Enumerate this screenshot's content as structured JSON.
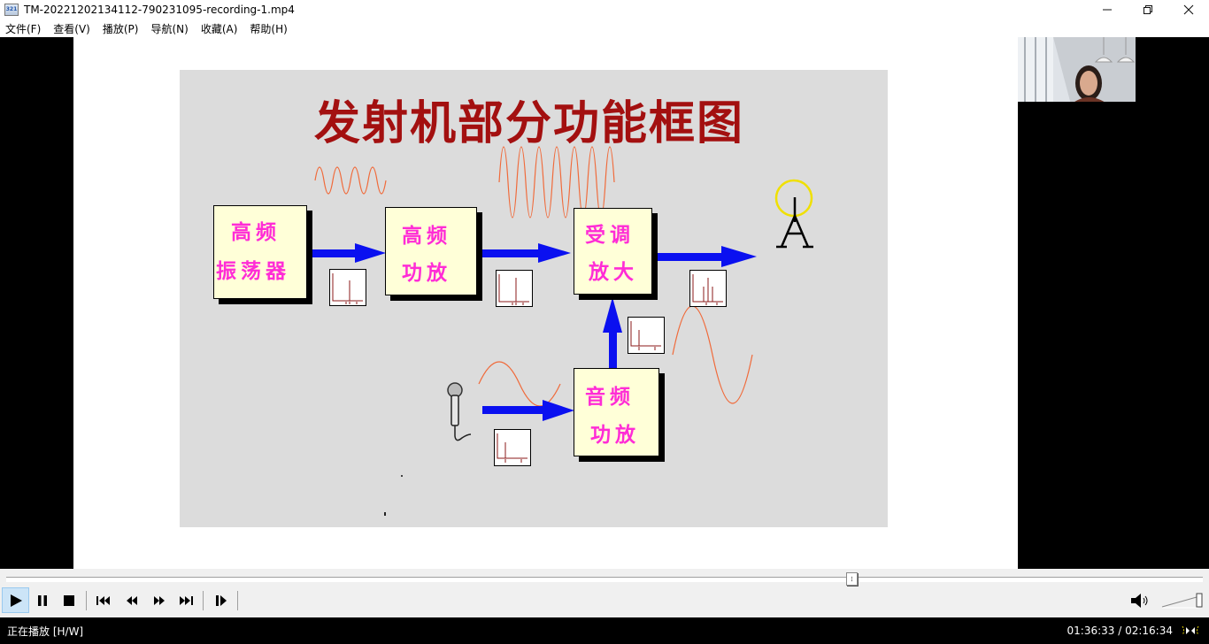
{
  "window": {
    "title": "TM-20221202134112-790231095-recording-1.mp4",
    "app_icon": "media-player-icon",
    "app_icon_text": "321",
    "controls": {
      "minimize": "—",
      "restore": "❐",
      "close": "✕"
    }
  },
  "menu": {
    "items": [
      {
        "label": "文件(F)"
      },
      {
        "label": "查看(V)"
      },
      {
        "label": "播放(P)"
      },
      {
        "label": "导航(N)"
      },
      {
        "label": "收藏(A)"
      },
      {
        "label": "帮助(H)"
      }
    ]
  },
  "slide": {
    "title": "发射机部分功能框图",
    "blocks": [
      {
        "id": "hf-oscillator",
        "line1": "高频",
        "line2": "振荡器"
      },
      {
        "id": "hf-power-amp",
        "line1": "高频",
        "line2": "功放"
      },
      {
        "id": "modulated-amp",
        "line1": "受调",
        "line2": "放大"
      },
      {
        "id": "audio-power-amp",
        "line1": "音频",
        "line2": "功放"
      }
    ],
    "colors": {
      "title": "#a31010",
      "block_text": "#ff2cd6",
      "block_fill": "#ffffd8",
      "arrow": "#0a10f0",
      "wave": "#f06a3a",
      "antenna_ring": "#f0e000",
      "background": "#dcdcdc"
    }
  },
  "playback": {
    "seek_percent": 70.7,
    "volume_percent": 100,
    "buttons": [
      {
        "name": "play",
        "active": true
      },
      {
        "name": "pause"
      },
      {
        "name": "stop"
      },
      {
        "name": "previous"
      },
      {
        "name": "rewind"
      },
      {
        "name": "fast-forward"
      },
      {
        "name": "next"
      },
      {
        "name": "frame-step"
      }
    ]
  },
  "status": {
    "state": "正在播放 [H/W]",
    "time": "01:36:33 / 02:16:34"
  }
}
